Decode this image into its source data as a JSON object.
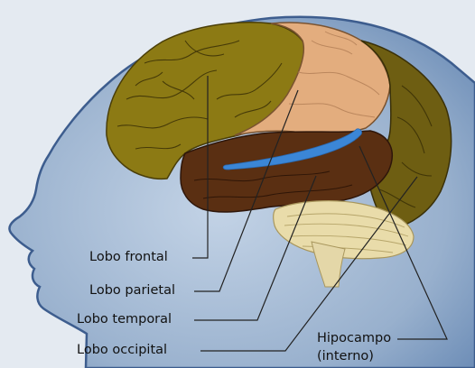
{
  "labels": {
    "frontal": "Lobo frontal",
    "parietal": "Lobo parietal",
    "temporal": "Lobo temporal",
    "occipital": "Lobo occipital",
    "hipocampo_line1": "Hipocampo",
    "hipocampo_line2": "(interno)"
  },
  "colors": {
    "background": "#dfe6ee",
    "head": "#9ab2cf",
    "frontal": "#8c7a14",
    "parietal": "#e3ad7e",
    "temporal": "#5a2f12",
    "occipital": "#6e5e12",
    "hippocampus": "#3b86d6",
    "cerebellum": "#e9dcaa"
  }
}
